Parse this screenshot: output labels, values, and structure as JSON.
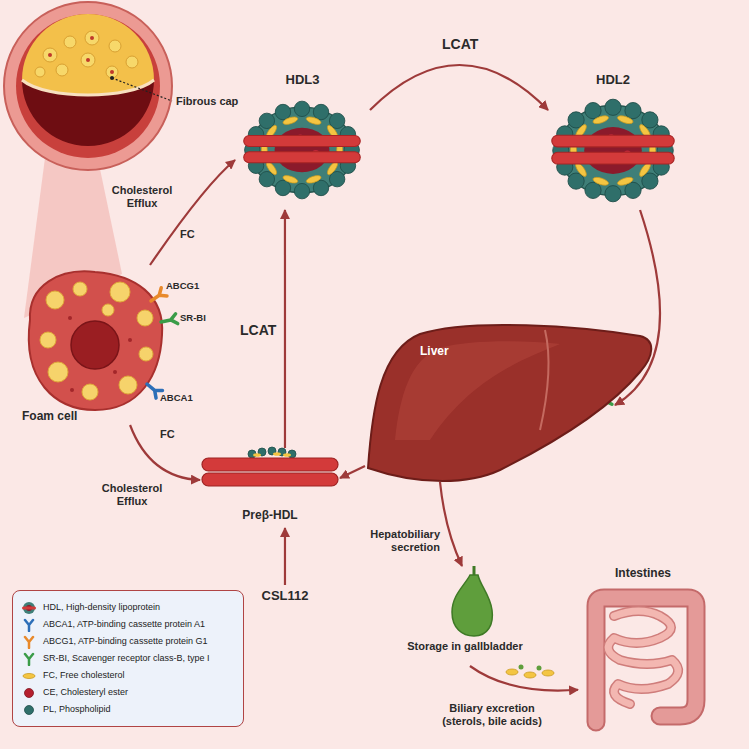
{
  "diagram": {
    "nodes": [
      {
        "text": [
          "Foam cell"
        ]
      },
      {
        "text": [
          "HDL3"
        ]
      },
      {
        "text": [
          "HDL2"
        ]
      },
      {
        "text": [
          "Preβ-HDL"
        ]
      },
      {
        "text": [
          "CSL112"
        ]
      },
      {
        "text": [
          "Liver"
        ]
      },
      {
        "text": [
          "Storage in gallbladder"
        ]
      },
      {
        "text": [
          "Intestines"
        ]
      }
    ],
    "edges": [
      {
        "from": 0,
        "to": 1,
        "label": "FC",
        "arrow": "to"
      },
      {
        "from": 0,
        "to": 3,
        "label": "FC",
        "arrow": "to"
      },
      {
        "from": 1,
        "to": 2,
        "label": "LCAT",
        "arrow": "to"
      },
      {
        "from": 3,
        "to": 1,
        "label": "LCAT",
        "arrow": "to"
      },
      {
        "from": 2,
        "to": 5,
        "arrow": "to"
      },
      {
        "from": 5,
        "to": 3,
        "arrow": "to"
      },
      {
        "from": 5,
        "to": 6,
        "label": "Hepatobiliary secretion",
        "arrow": "to"
      },
      {
        "from": 6,
        "to": 7,
        "label": "Biliary excretion (sterols, bile acids)",
        "arrow": "to"
      },
      {
        "from": 4,
        "to": 3,
        "arrow": "to"
      }
    ],
    "labels": [
      "Fibrous cap",
      "Cholesterol Efflux",
      "ABCG1",
      "SR-BI",
      "ABCA1",
      "Cholesterol Efflux"
    ],
    "legend": [
      {
        "text": "HDL, High-density lipoprotein"
      },
      {
        "text": "ABCA1, ATP-binding cassette protein A1"
      },
      {
        "text": "ABCG1, ATP-binding cassette protein G1"
      },
      {
        "text": "SR-BI, Scavenger receptor class-B, type I"
      },
      {
        "text": "FC, Free cholesterol"
      },
      {
        "text": "CE, Cholesteryl ester"
      },
      {
        "text": "PL, Phospholipid"
      }
    ]
  }
}
